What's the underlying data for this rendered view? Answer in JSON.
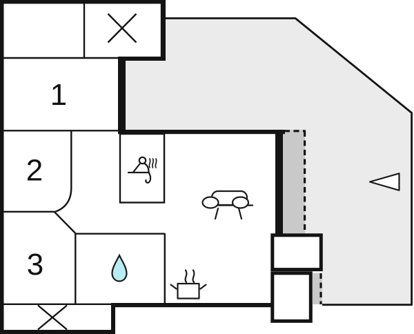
{
  "floor_plan": {
    "rooms": [
      {
        "id": "room-1",
        "label": "1"
      },
      {
        "id": "room-2",
        "label": "2"
      },
      {
        "id": "room-3",
        "label": "3"
      }
    ],
    "icons": [
      "closet-cross-top",
      "closet-cross-bottom",
      "sauna",
      "sofa",
      "water-drop",
      "cooking-pot",
      "entrance-arrow"
    ],
    "colors": {
      "terrace": "#ebebeb",
      "door_opening": "#c9c9c9",
      "water_drop": "#b9ecf2",
      "outline": "#141414"
    }
  }
}
